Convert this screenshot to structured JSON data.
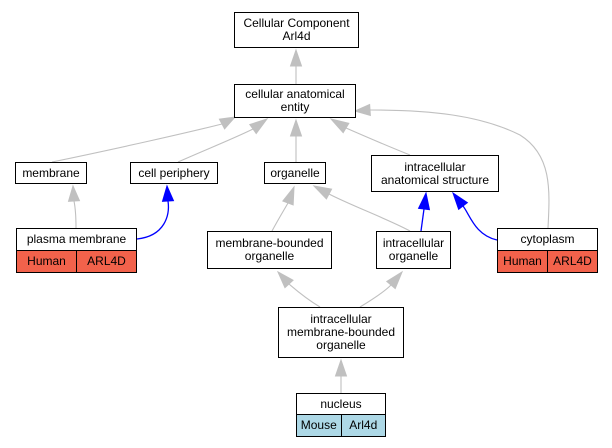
{
  "nodes": {
    "cellular_component": {
      "label": "Cellular Component\nArl4d"
    },
    "cellular_anatomical_entity": {
      "label": "cellular anatomical\nentity"
    },
    "membrane": {
      "label": "membrane"
    },
    "cell_periphery": {
      "label": "cell periphery"
    },
    "organelle": {
      "label": "organelle"
    },
    "intracellular_anatomical_structure": {
      "label": "intracellular\nanatomical structure"
    },
    "plasma_membrane": {
      "label": "plasma membrane",
      "species": "Human",
      "gene": "ARL4D"
    },
    "membrane_bounded_organelle": {
      "label": "membrane-bounded\norganelle"
    },
    "intracellular_organelle": {
      "label": "intracellular\norganelle"
    },
    "cytoplasm": {
      "label": "cytoplasm",
      "species": "Human",
      "gene": "ARL4D"
    },
    "intracellular_membrane_bounded_organelle": {
      "label": "intracellular\nmembrane-bounded\norganelle"
    },
    "nucleus": {
      "label": "nucleus",
      "species": "Mouse",
      "gene": "Arl4d"
    }
  },
  "colors": {
    "is_a_edge": "#c0c0c0",
    "part_of_edge": "#0000ff",
    "human_annotation": "#f2624b",
    "mouse_annotation": "#add8e6"
  }
}
